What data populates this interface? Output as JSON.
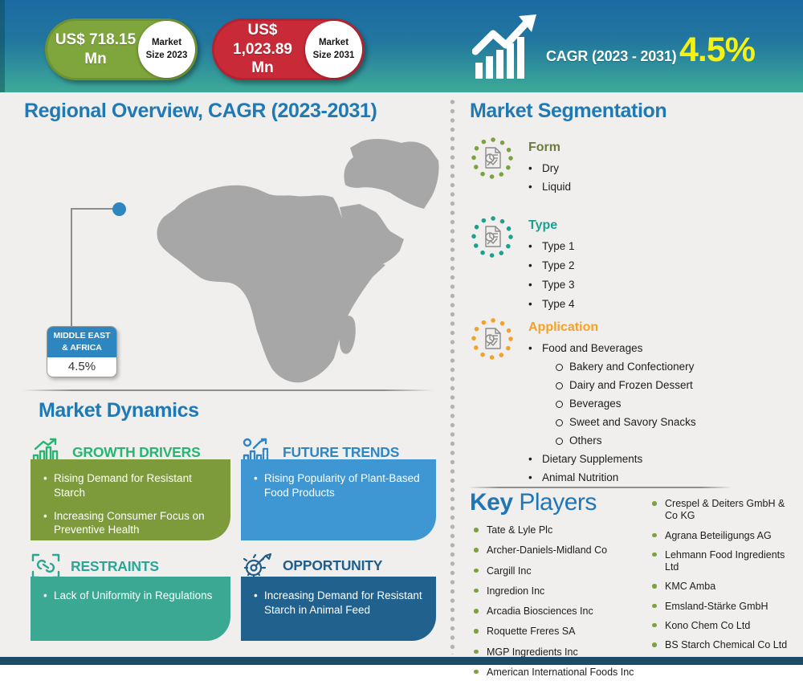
{
  "header": {
    "size_2023": {
      "amount": "US$ 718.15",
      "unit": "Mn",
      "label_line1": "Market",
      "label_line2": "Size 2023"
    },
    "size_2031": {
      "amount": "US$ 1,023.89",
      "unit": "Mn",
      "label_line1": "Market",
      "label_line2": "Size 2031"
    },
    "cagr_label": "CAGR (2023 - 2031)",
    "cagr_value": "4.5%"
  },
  "regional": {
    "title": "Regional Overview, CAGR (2023-2031)",
    "region_label_line1": "MIDDLE EAST",
    "region_label_line2": "& AFRICA",
    "region_value": "4.5%"
  },
  "segmentation": {
    "title": "Market Segmentation",
    "groups": [
      {
        "name": "Form",
        "color": "#6e7b41",
        "items": [
          "Dry",
          "Liquid"
        ]
      },
      {
        "name": "Type",
        "color": "#1fa08e",
        "items": [
          "Type 1",
          "Type 2",
          "Type 3",
          "Type 4"
        ]
      },
      {
        "name": "Application",
        "color": "#f3a229",
        "items": [
          {
            "label": "Food and Beverages",
            "sub": [
              "Bakery and Confectionery",
              "Dairy and Frozen Dessert",
              "Beverages",
              "Sweet and Savory Snacks",
              "Others"
            ]
          },
          {
            "label": "Dietary Supplements"
          },
          {
            "label": "Animal Nutrition"
          }
        ]
      }
    ]
  },
  "dynamics": {
    "title": "Market Dynamics",
    "quadrants": [
      {
        "heading": "GROWTH DRIVERS",
        "heading_color": "#27b573",
        "box_color": "#7d9b3a",
        "items": [
          "Rising Demand for Resistant Starch",
          "Increasing Consumer Focus on Preventive Health"
        ]
      },
      {
        "heading": "FUTURE TRENDS",
        "heading_color": "#2e86c7",
        "box_color": "#3e96d2",
        "items": [
          "Rising Popularity of Plant-Based Food Products"
        ]
      },
      {
        "heading": "RESTRAINTS",
        "heading_color": "#2aa695",
        "box_color": "#3aa893",
        "items": [
          "Lack of Uniformity in Regulations"
        ]
      },
      {
        "heading": "OPPORTUNITY",
        "heading_color": "#1f5d8c",
        "box_color": "#21618e",
        "items": [
          "Increasing Demand for Resistant Starch in Animal Feed"
        ]
      }
    ]
  },
  "key_players": {
    "title_bold": "Key",
    "title_regular": " Players",
    "column1": [
      "Tate & Lyle Plc",
      "Archer-Daniels-Midland Co",
      "Cargill Inc",
      "Ingredion Inc",
      "Arcadia Biosciences Inc",
      "Roquette Freres SA",
      "MGP Ingredients Inc",
      "American International Foods Inc"
    ],
    "column2": [
      "Crespel & Deiters GmbH & Co KG",
      "Agrana Beteiligungs AG",
      "Lehmann Food Ingredients Ltd",
      "KMC Amba",
      "Emsland-Stärke GmbH",
      "Kono Chem Co Ltd",
      "BS Starch Chemical Co Ltd"
    ]
  },
  "colors": {
    "header_gradient_top": "#1c6aa3",
    "header_gradient_bottom": "#3dab98",
    "badge_green": "#7fa63c",
    "badge_red": "#c92a38",
    "cagr_yellow": "#f5f112",
    "title_blue": "#1e79b5",
    "map_gray": "#a7a7a7",
    "region_marker_blue": "#2e86c1",
    "bottom_bar_navy": "#1b4b67",
    "key_player_bullet_green": "#7ba33f"
  }
}
